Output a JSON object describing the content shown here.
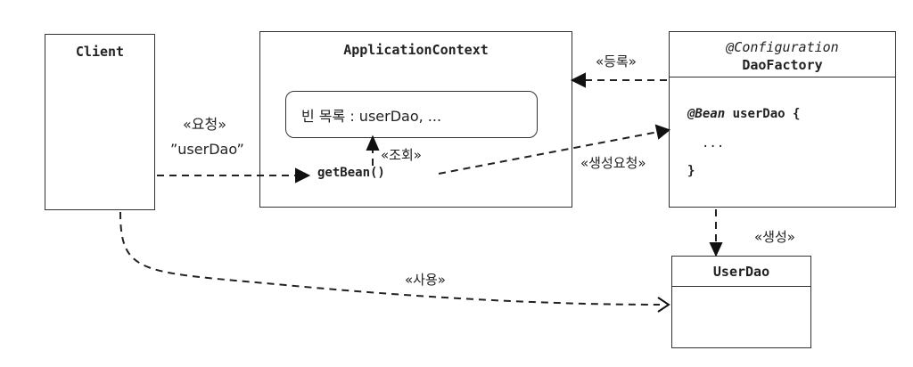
{
  "client": {
    "title": "Client"
  },
  "app_context": {
    "title": "ApplicationContext",
    "bean_list": "빈 목록 : userDao, ...",
    "get_bean": "getBean()"
  },
  "dao_factory": {
    "stereotype": "@Configuration",
    "title": "DaoFactory",
    "bean_annotation": "@Bean",
    "bean_method": "userDao {",
    "body_ellipsis": "...",
    "closing_brace": "}"
  },
  "user_dao": {
    "title": "UserDao"
  },
  "relations": {
    "request": "«요청»",
    "request_arg": "”userDao”",
    "lookup": "«조회»",
    "register": "«등록»",
    "create_request": "«생성요청»",
    "create": "«생성»",
    "use": "«사용»"
  }
}
